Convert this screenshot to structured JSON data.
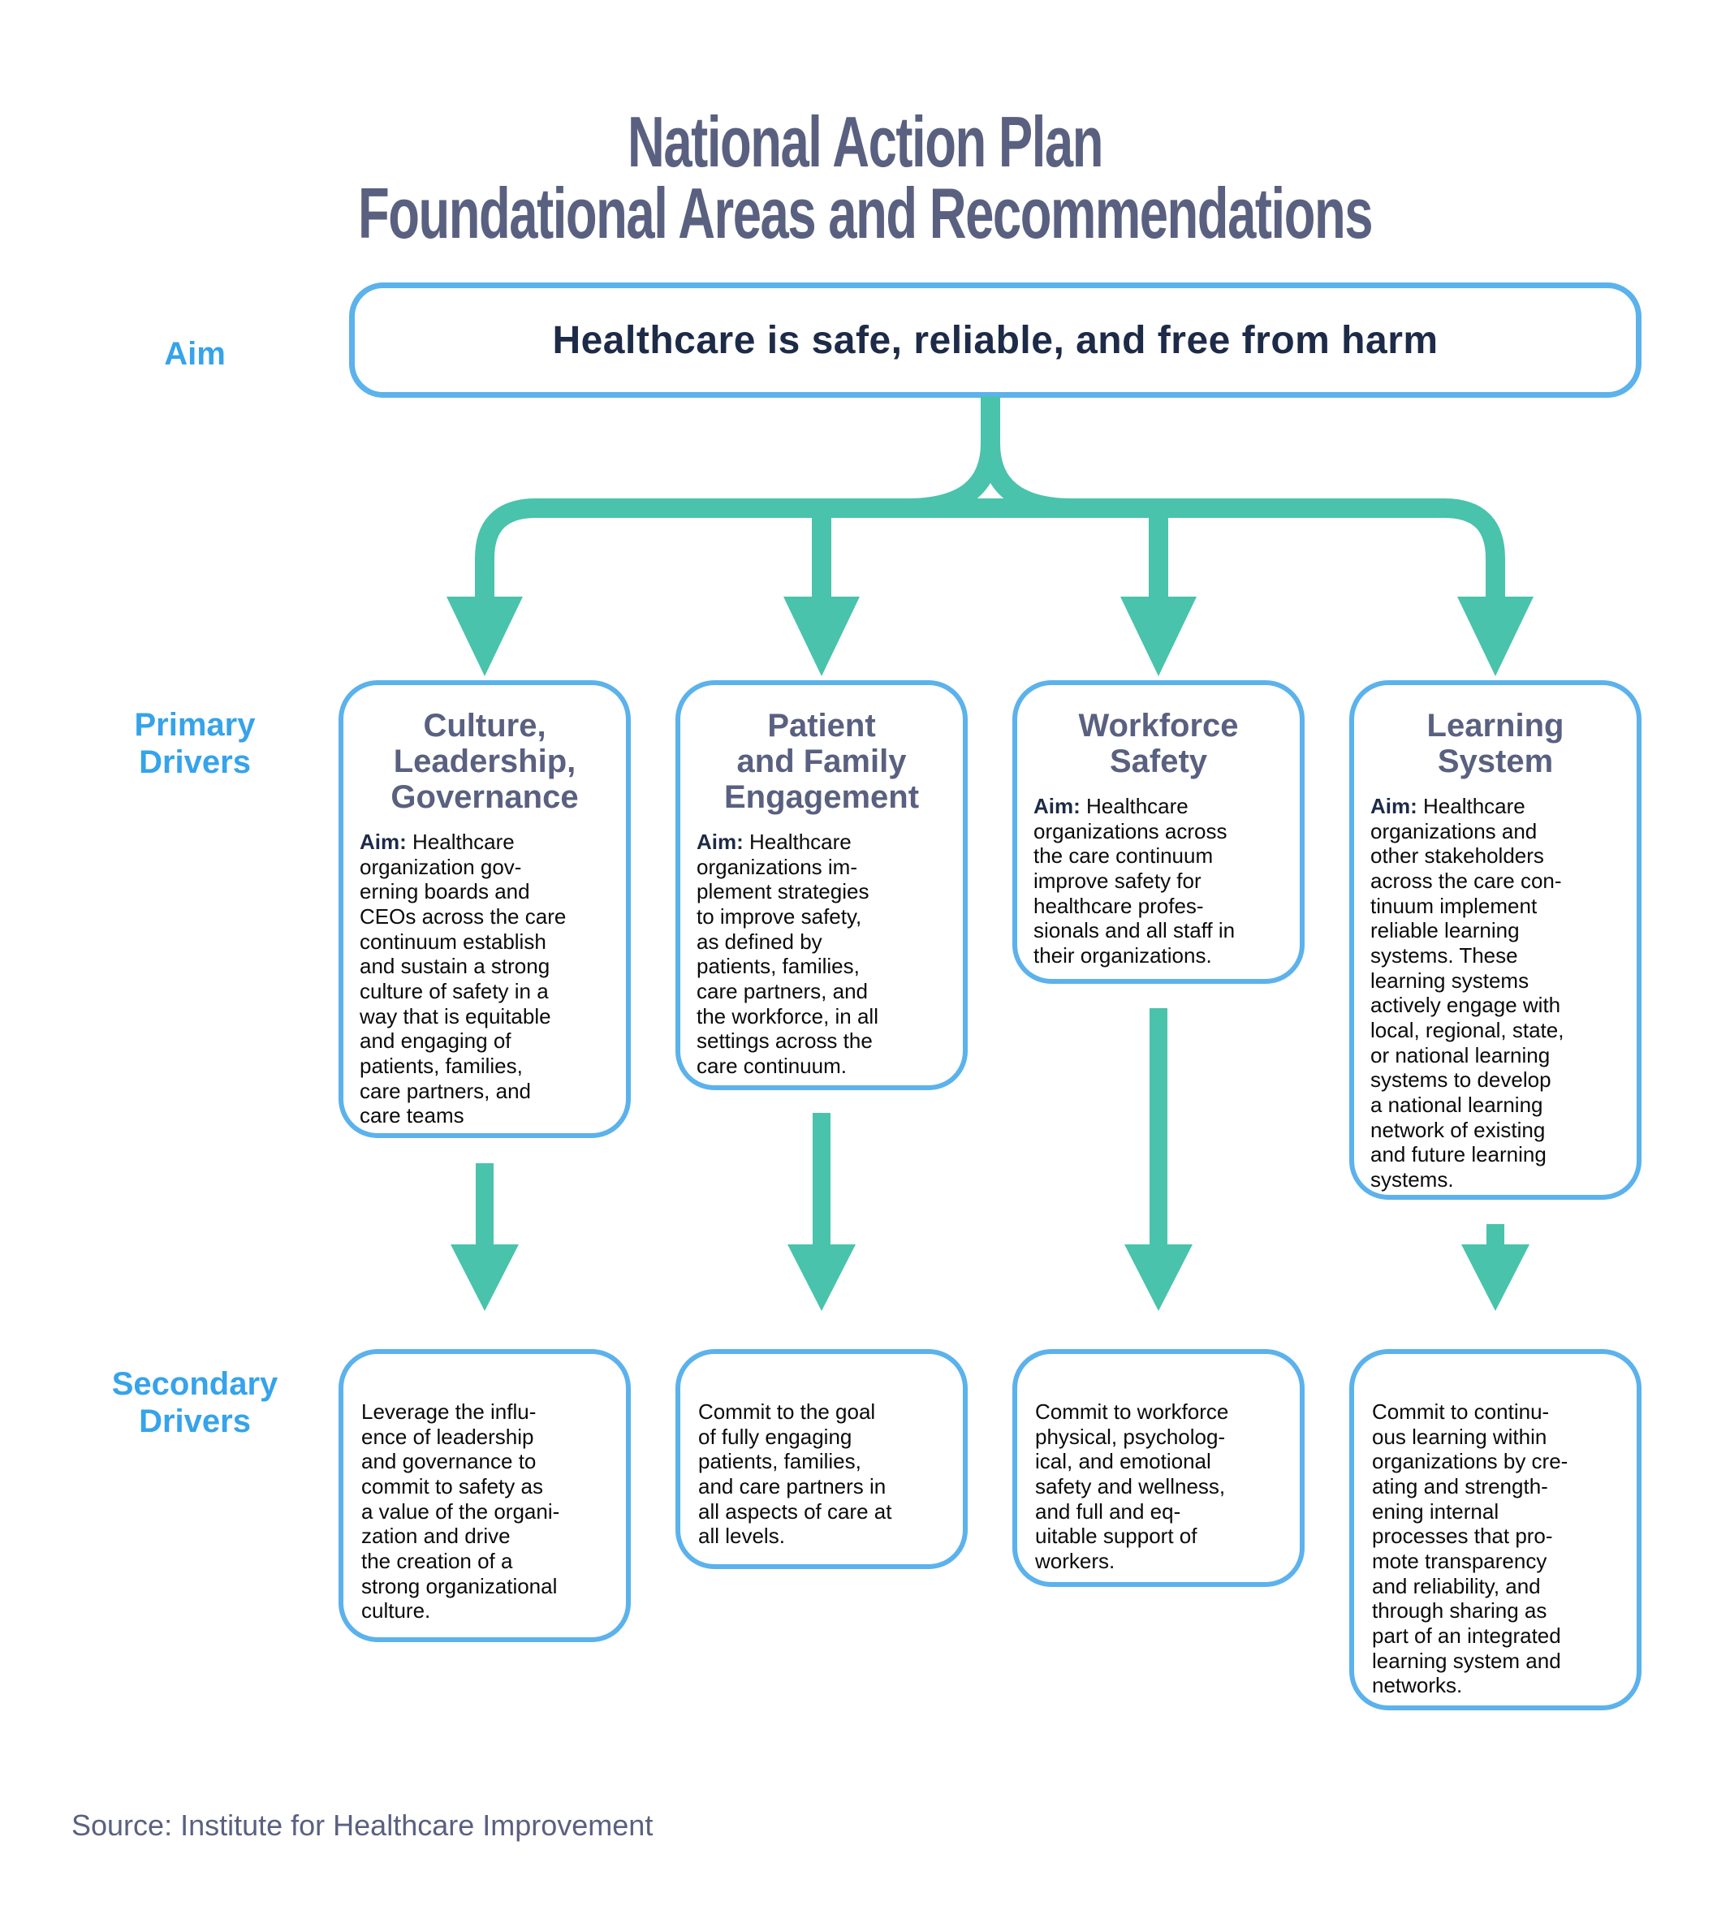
{
  "title": {
    "line1": "National Action Plan",
    "line2": "Foundational Areas and Recommendations"
  },
  "labels": {
    "aim": "Aim",
    "primary": "Primary\nDrivers",
    "secondary": "Secondary\nDrivers"
  },
  "aim_box": {
    "text": "Healthcare is safe, reliable, and free from harm"
  },
  "primary_drivers": [
    {
      "title": "Culture,\nLeadership,\nGovernance",
      "aim_prefix": "Aim:",
      "body": "Healthcare\norganization gov-\nerning boards and\nCEOs across the care\ncontinuum establish\nand sustain a strong\nculture of safety in a\nway that is equitable\nand engaging of\npatients, families,\ncare partners, and\ncare teams"
    },
    {
      "title": "Patient\nand Family\nEngagement",
      "aim_prefix": "Aim:",
      "body": "Healthcare\norganizations im-\nplement strategies\nto improve safety,\nas defined by\npatients, families,\ncare partners, and\nthe workforce, in all\nsettings across the\ncare continuum."
    },
    {
      "title": "Workforce\nSafety",
      "aim_prefix": "Aim:",
      "body": "Healthcare\norganizations across\nthe care continuum\nimprove safety for\nhealthcare profes-\nsionals and all staff in\ntheir organizations."
    },
    {
      "title": "Learning\nSystem",
      "aim_prefix": "Aim:",
      "body": "Healthcare\norganizations and\nother stakeholders\nacross the care con-\ntinuum implement\nreliable learning\nsystems. These\nlearning systems\nactively engage with\nlocal, regional, state,\nor national learning\nsystems to develop\na national learning\nnetwork of existing\nand future learning\nsystems."
    }
  ],
  "secondary_drivers": [
    {
      "body": "Leverage the influ-\nence of leadership\nand governance to\ncommit to safety as\na value of the organi-\nzation and drive\nthe creation of a\nstrong organizational\nculture."
    },
    {
      "body": "Commit to the goal\nof fully engaging\npatients, families,\nand care partners in\nall aspects of care at\nall levels."
    },
    {
      "body": "Commit to workforce\nphysical, psycholog-\nical, and emotional\nsafety and wellness,\nand full and eq-\nuitable support of\nworkers."
    },
    {
      "body": "Commit to continu-\nous learning within\norganizations by cre-\nating and strength-\nening internal\nprocesses that pro-\nmote transparency\nand reliability, and\nthrough sharing as\npart of an integrated\nlearning system and\nnetworks."
    }
  ],
  "source": "Source: Institute for Healthcare Improvement",
  "colors": {
    "teal": "#49c3ab",
    "border-blue": "#5bb2ec",
    "label-blue": "#36a3ea",
    "slate": "#5a6080",
    "navy": "#1d2b48",
    "body-black": "#0b0b0b"
  }
}
